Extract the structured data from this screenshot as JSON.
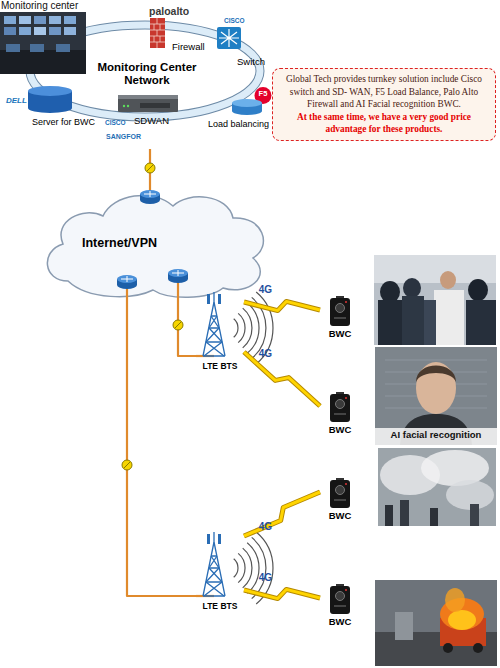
{
  "diagram": {
    "nodes": [
      {
        "text": [
          "Monitoring center"
        ]
      },
      {
        "text": [
          "Monitoring Center Network"
        ]
      },
      {
        "text": [
          "paloalto",
          "Firewall"
        ],
        "in": 1
      },
      {
        "text": [
          "CISCO",
          "Switch"
        ],
        "in": 1
      },
      {
        "text": [
          "DELL",
          "Server for BWC"
        ],
        "in": 1
      },
      {
        "text": [
          "CISCO",
          "SDWAN",
          "SANGFOR"
        ],
        "in": 1
      },
      {
        "text": [
          "F5",
          "Load balancing"
        ],
        "in": 1
      },
      {
        "text": [
          "Global Tech provides turnkey solution include Cisco switch and SD- WAN, F5 Load Balance, Palo Alto Firewall and AI Facial recognition BWC.",
          "At the same time, we have a very good price advantage for these products."
        ]
      },
      {
        "text": [
          "Internet/VPN"
        ]
      },
      {
        "text": [
          "LTE BTS"
        ]
      },
      {
        "text": [
          "BWC"
        ]
      },
      {
        "text": [
          "BWC"
        ]
      },
      {
        "text": [
          "AI facial recognition"
        ]
      },
      {
        "text": [
          "LTE BTS"
        ]
      },
      {
        "text": [
          "BWC"
        ]
      },
      {
        "text": [
          "BWC"
        ]
      }
    ],
    "edges": [
      {
        "from": 5,
        "to": 8,
        "arrow": "none"
      },
      {
        "from": 8,
        "to": 9,
        "arrow": "none"
      },
      {
        "from": 8,
        "to": 13,
        "arrow": "none"
      },
      {
        "from": 9,
        "to": 10,
        "label": "4G",
        "arrow": "none"
      },
      {
        "from": 9,
        "to": 11,
        "label": "4G",
        "arrow": "none"
      },
      {
        "from": 13,
        "to": 14,
        "label": "4G",
        "arrow": "none"
      },
      {
        "from": 13,
        "to": 15,
        "label": "4G",
        "arrow": "none"
      }
    ]
  }
}
